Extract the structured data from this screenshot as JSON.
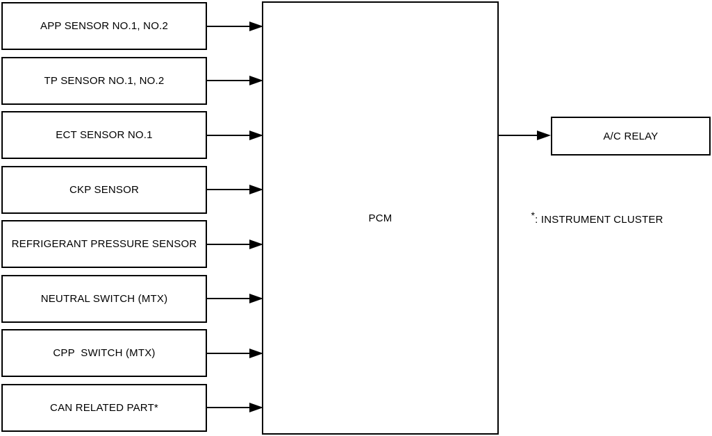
{
  "diagram": {
    "inputs": [
      {
        "label": "APP SENSOR NO.1, NO.2"
      },
      {
        "label": "TP SENSOR NO.1, NO.2"
      },
      {
        "label": "ECT SENSOR NO.1"
      },
      {
        "label": "CKP SENSOR"
      },
      {
        "label": "REFRIGERANT PRESSURE SENSOR"
      },
      {
        "label": "NEUTRAL SWITCH (MTX)"
      },
      {
        "label": "CPP  SWITCH (MTX)"
      },
      {
        "label": "CAN RELATED PART*"
      }
    ],
    "controller": {
      "label": "PCM"
    },
    "outputs": [
      {
        "label": "A/C RELAY"
      }
    ],
    "note": {
      "marker": "*",
      "text": ": INSTRUMENT CLUSTER"
    },
    "colors": {
      "line": "#000000",
      "background": "#ffffff",
      "box_fill": "#ffffff",
      "text": "#000000"
    }
  }
}
